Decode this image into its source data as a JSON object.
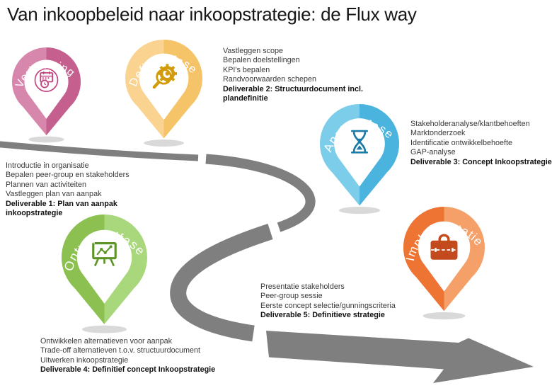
{
  "title": "Van inkoopbeleid naar inkoopstrategie: de Flux way",
  "road": {
    "color": "#7f7f7f",
    "shadow_color": "#d9d9d9"
  },
  "phases": [
    {
      "id": "verkenning",
      "label": "Verkenning",
      "icon": "calendar-clock-icon",
      "colors": {
        "base": "#d687ab",
        "half": "#c45f8e",
        "icon": "#c2427f"
      },
      "items": [
        "Introductie in organisatie",
        "Bepalen peer-group en stakeholders",
        "Plannen van activiteiten",
        "Vastleggen plan van aanpak"
      ],
      "deliverable": "Deliverable 1: Plan van aanpak inkoopstrategie"
    },
    {
      "id": "definitiefase",
      "label": "Definitiefase",
      "icon": "gear-magnifier-icon",
      "colors": {
        "base": "#f9d38f",
        "half": "#f6c468",
        "icon": "#d29b0b"
      },
      "items": [
        "Vastleggen scope",
        "Bepalen doelstellingen",
        "KPI's bepalen",
        "Randvoorwaarden schepen"
      ],
      "deliverable": "Deliverable 2: Structuurdocument incl. plandefinitie"
    },
    {
      "id": "analysefase",
      "label": "Analysefase",
      "icon": "hourglass-icon",
      "colors": {
        "base": "#7ccdea",
        "half": "#4ab3de",
        "icon": "#1b7aa6"
      },
      "items": [
        "Stakeholderanalyse/klantbehoeften",
        "Marktonderzoek",
        "Identificatie ontwikkelbehoefte",
        "GAP-analyse"
      ],
      "deliverable": "Deliverable 3: Concept Inkoopstrategie"
    },
    {
      "id": "ontwikkelfase",
      "label": "Ontwikkelfase",
      "icon": "presentation-chart-icon",
      "colors": {
        "base": "#a9d77b",
        "half": "#8cc152",
        "icon": "#5d9427"
      },
      "items": [
        "Ontwikkelen alternatieven voor aanpak",
        "Trade-off alternatieven t.o.v. structuurdocument",
        "Uitwerken inkoopstrategie"
      ],
      "deliverable": "Deliverable 4: Definitief concept Inkoopstrategie"
    },
    {
      "id": "implementatie",
      "label": "Implementatie",
      "icon": "briefcase-icon",
      "colors": {
        "base": "#f5a069",
        "half": "#ee7434",
        "icon": "#c34a1c"
      },
      "items": [
        "Presentatie stakeholders",
        "Peer-group sessie",
        "Eerste concept selectie/gunningscriteria"
      ],
      "deliverable": "Deliverable 5: Definitieve strategie"
    }
  ]
}
